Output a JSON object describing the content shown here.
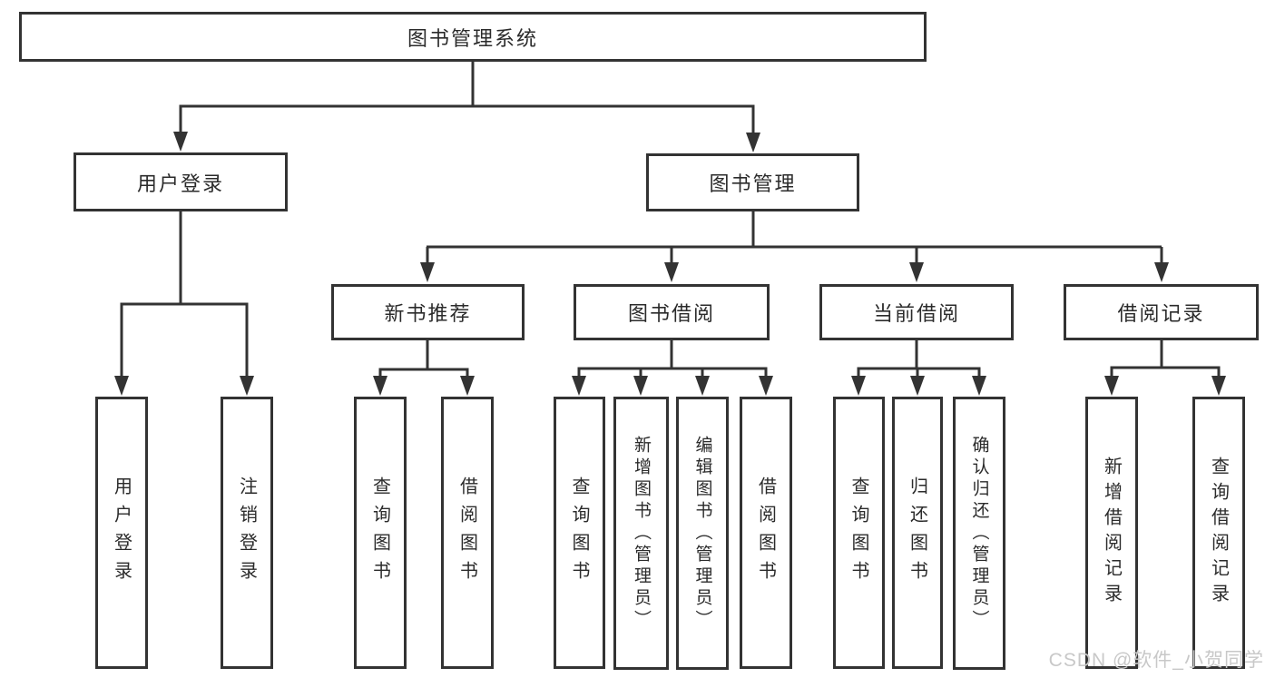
{
  "diagram": {
    "root": {
      "label": "图书管理系统"
    },
    "branches": {
      "user_login": {
        "label": "用户登录",
        "leaves": [
          "用户登录",
          "注销登录"
        ]
      },
      "book_management": {
        "label": "图书管理"
      }
    },
    "sections": [
      {
        "label": "新书推荐",
        "leaves": [
          "查询图书",
          "借阅图书"
        ]
      },
      {
        "label": "图书借阅",
        "leaves": [
          "查询图书",
          "新增图书（管理员）",
          "编辑图书（管理员）",
          "借阅图书"
        ]
      },
      {
        "label": "当前借阅",
        "leaves": [
          "查询图书",
          "归还图书",
          "确认归还（管理员）"
        ]
      },
      {
        "label": "借阅记录",
        "leaves": [
          "新增借阅记录",
          "查询借阅记录"
        ]
      }
    ]
  },
  "watermark": {
    "text": "CSDN @软件_小贺同学"
  },
  "colors": {
    "line": "#333333",
    "text": "#2b2b2b",
    "box_background": "#ffffff",
    "page_background": "#ffffff",
    "watermark": "#c8c8c8"
  }
}
